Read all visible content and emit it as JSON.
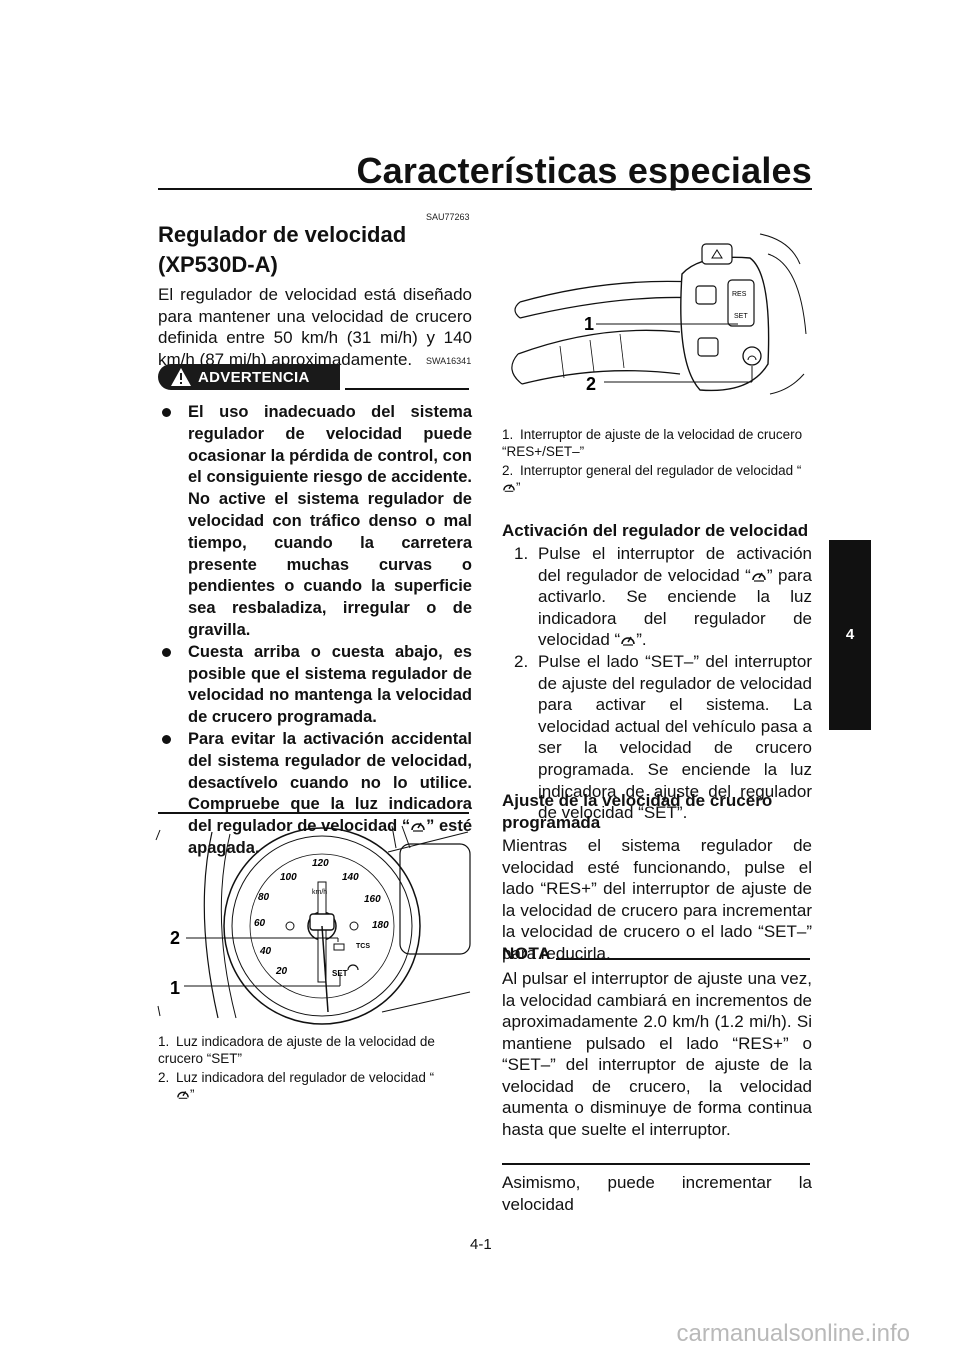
{
  "header": {
    "title": "Características especiales"
  },
  "side_tab": {
    "number": "4"
  },
  "section": {
    "code": "SAU77263",
    "title": "Regulador de velocidad (XP530D-A)",
    "intro": "El regulador de velocidad está diseñado para mantener una velocidad de crucero definida entre 50 km/h (31 mi/h) y 140 km/h (87 mi/h) aproximadamente."
  },
  "warning": {
    "code": "SWA16341",
    "label": "ADVERTENCIA",
    "items": [
      "El uso inadecuado del sistema regulador de velocidad puede ocasionar la pérdida de control, con el consiguiente riesgo de accidente. No active el sistema regulador de velocidad con tráfico denso o mal tiempo, cuando la carretera presente muchas curvas o pendientes o cuando la superficie sea resbaladiza, irregular o de gravilla.",
      "Cuesta arriba o cuesta abajo, es posible que el sistema regulador de velocidad no mantenga la velocidad de crucero programada.",
      "Para evitar la activación accidental del sistema regulador de velocidad, desactívelo cuando no lo utilice. Compruebe que la luz indicadora del regulador de velocidad “",
      "” esté apagada."
    ]
  },
  "figure_left": {
    "callouts": [
      "2",
      "1"
    ],
    "captions": [
      {
        "num": "1.",
        "text": "Luz indicadora de ajuste de la velocidad de crucero “SET”"
      },
      {
        "num": "2.",
        "text": "Luz indicadora del regulador de velocidad “",
        "suffix": "”"
      }
    ],
    "gauge_labels": [
      "100",
      "120",
      "140",
      "80",
      "160",
      "60",
      "180",
      "40",
      "20",
      "km/h",
      "TCS",
      "SET"
    ]
  },
  "figure_right": {
    "callouts": [
      "1",
      "2"
    ],
    "captions": [
      {
        "num": "1.",
        "text": "Interruptor de ajuste de la velocidad de crucero “RES+/SET–”"
      },
      {
        "num": "2.",
        "text": "Interruptor general del regulador de velocidad “",
        "suffix": "”"
      }
    ],
    "switch_labels": [
      "RES",
      "SET"
    ]
  },
  "activation": {
    "title": "Activación del regulador de velocidad",
    "steps": [
      {
        "n": "1.",
        "pre": "Pulse el interruptor de activación del regulador de velocidad “",
        "mid": "” para activarlo. Se enciende la luz indicadora del regulador de velocidad “",
        "post": "”."
      },
      {
        "n": "2.",
        "text": "Pulse el lado “SET–” del interruptor de ajuste del regulador de velocidad para activar el sistema. La velocidad actual del vehículo pasa a ser la velocidad de crucero programada. Se enciende la luz indicadora de ajuste del regulador de velocidad “SET”."
      }
    ]
  },
  "adjust": {
    "title": "Ajuste de la velocidad de crucero programada",
    "text": "Mientras el sistema regulador de velocidad esté funcionando, pulse el lado “RES+” del interruptor de ajuste de la velocidad de crucero para incrementar la velocidad de crucero o el lado “SET–” para reducirla."
  },
  "nota": {
    "label": "NOTA",
    "text": "Al pulsar el interruptor de ajuste una vez, la velocidad cambiará en incrementos de aproximadamente 2.0 km/h (1.2 mi/h). Si mantiene pulsado el lado “RES+” o “SET–” del interruptor de ajuste de la velocidad de crucero, la velocidad aumenta o disminuye de forma continua hasta que suelte el interruptor."
  },
  "trailing": "Asimismo, puede incrementar la velocidad",
  "footer": {
    "page": "4-1",
    "watermark": "carmanualsonline.info"
  }
}
